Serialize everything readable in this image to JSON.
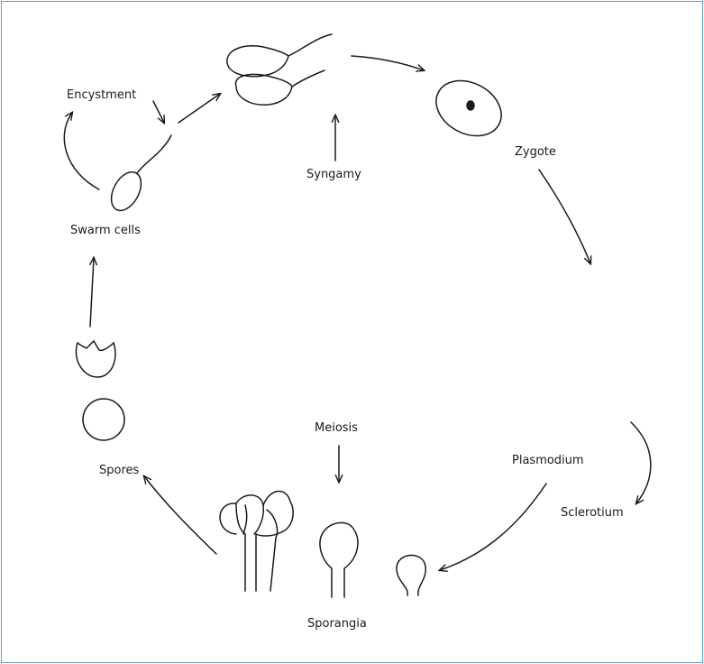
{
  "diagram": {
    "labels": {
      "encystment": "Encystment",
      "syngamy": "Syngamy",
      "zygote": "Zygote",
      "swarm_cells": "Swarm cells",
      "meiosis": "Meiosis",
      "plasmodium": "Plasmodium",
      "sclerotium": "Sclerotium",
      "spores": "Spores",
      "sporangia": "Sporangia"
    }
  }
}
